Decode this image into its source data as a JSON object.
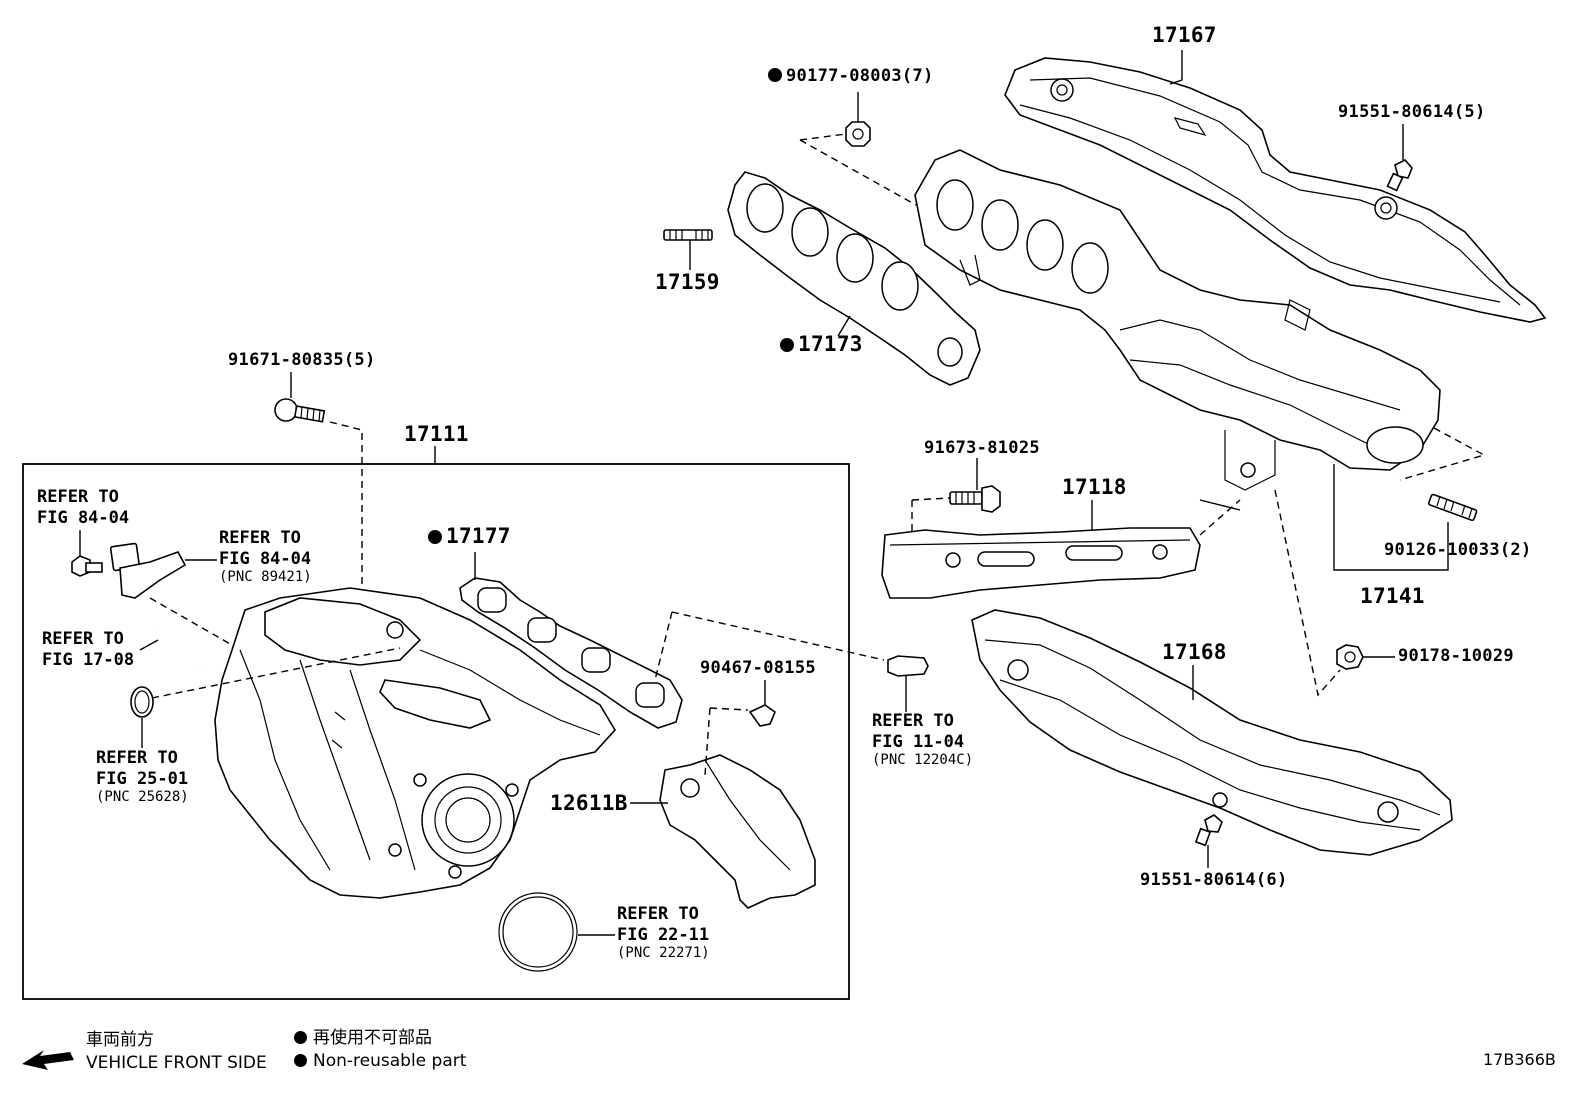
{
  "labels": {
    "p17167": "17167",
    "p90177": "90177-08003(7)",
    "p91551a": "91551-80614(5)",
    "p17159": "17159",
    "p17173": "17173",
    "p91671": "91671-80835(5)",
    "p17111": "17111",
    "p91673": "91673-81025",
    "p17118": "17118",
    "p17177": "17177",
    "p90126": "90126-10033(2)",
    "p17141": "17141",
    "p17168": "17168",
    "p90178": "90178-10029",
    "p90467": "90467-08155",
    "p12611b": "12611B",
    "p91551b": "91551-80614(6)"
  },
  "refs": {
    "r8404a": {
      "line1": "REFER TO",
      "line2": "FIG 84-04"
    },
    "r8404b": {
      "line1": "REFER TO",
      "line2": "FIG 84-04",
      "pnc": "(PNC 89421)"
    },
    "r1708": {
      "line1": "REFER TO",
      "line2": "FIG 17-08"
    },
    "r2501": {
      "line1": "REFER TO",
      "line2": "FIG 25-01",
      "pnc": "(PNC 25628)"
    },
    "r1104": {
      "line1": "REFER TO",
      "line2": "FIG 11-04",
      "pnc": "(PNC 12204C)"
    },
    "r2211": {
      "line1": "REFER TO",
      "line2": "FIG 22-11",
      "pnc": "(PNC 22271)"
    }
  },
  "legend": {
    "front_jp": "車両前方",
    "front_en": "VEHICLE FRONT SIDE",
    "nonreuse_jp": "再使用不可部品",
    "nonreuse_en": "Non-reusable part"
  },
  "diagram_code": "17B366B"
}
